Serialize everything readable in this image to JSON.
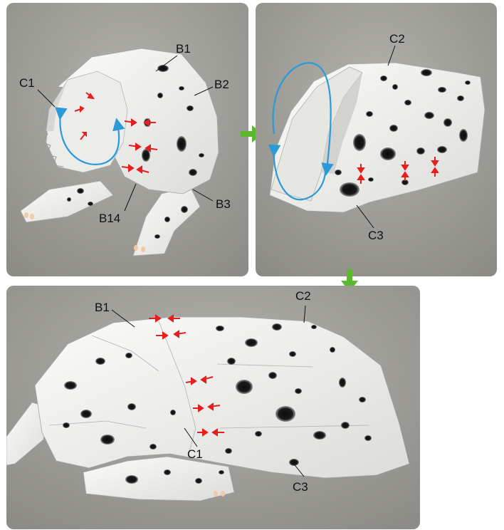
{
  "panel1": {
    "labels": {
      "b1": "B1",
      "b2": "B2",
      "c1": "C1",
      "b3": "B3",
      "b14": "B14"
    }
  },
  "panel2": {
    "labels": {
      "c2": "C2",
      "c3": "C3"
    }
  },
  "panel3": {
    "labels": {
      "b1": "B1",
      "c2": "C2",
      "c1": "C1",
      "c3": "C3"
    }
  },
  "colors": {
    "photo_background": "#9a9a94",
    "paper": "#f5f5f3",
    "spot": "#141414",
    "fold_arrow": "#2a9ad8",
    "glue_arrow": "#e51e1e",
    "step_arrow": "#5cb82e"
  }
}
